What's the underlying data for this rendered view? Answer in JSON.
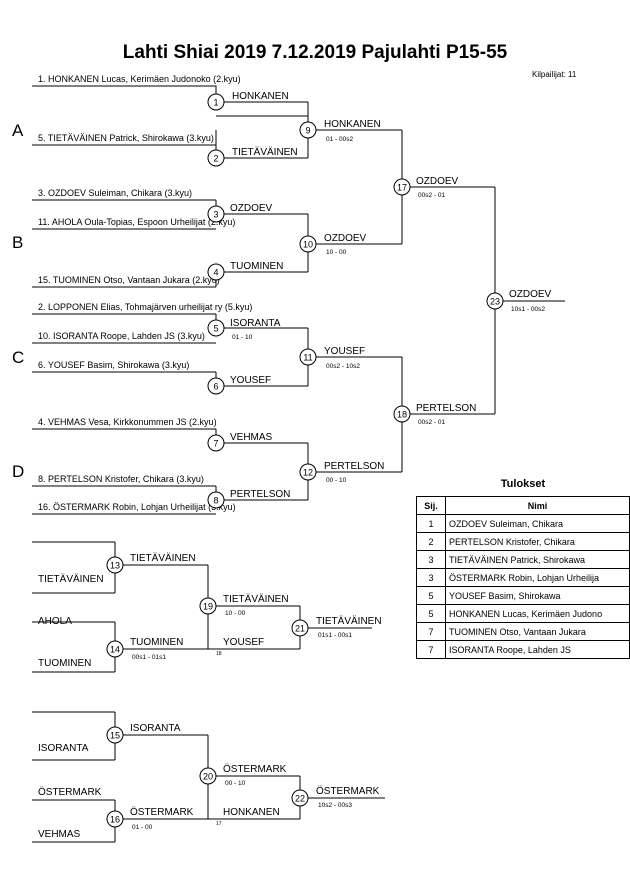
{
  "title": "Lahti Shiai 2019  7.12.2019  Pajulahti   P15-55",
  "competitors": "Kilpailijat: 11",
  "pools": [
    "A",
    "B",
    "C",
    "D"
  ],
  "entrants": [
    "1. HONKANEN Lucas, Kerimäen Judonoko (2.kyu)",
    "5. TIETÄVÄINEN Patrick, Shirokawa (3.kyu)",
    "3. OZDOEV Suleiman, Chikara (3.kyu)",
    "11. AHOLA Oula-Topias, Espoon Urheilijat (2.kyu)",
    "15. TUOMINEN Otso, Vantaan Jukara (2.kyu)",
    "2. LOPPONEN Elias, Tohmajärven urheilijat ry (5.kyu)",
    "10. ISORANTA Roope, Lahden JS (3.kyu)",
    "6. YOUSEF Basim, Shirokawa (3.kyu)",
    "4. VEHMAS Vesa, Kirkkonummen JS (2.kyu)",
    "8. PERTELSON Kristofer, Chikara (3.kyu)",
    "16. ÖSTERMARK Robin, Lohjan Urheilijat (3.kyu)"
  ],
  "matches": [
    {
      "num": "1",
      "winner": "HONKANEN",
      "score": ""
    },
    {
      "num": "2",
      "winner": "TIETÄVÄINEN",
      "score": ""
    },
    {
      "num": "3",
      "winner": "OZDOEV",
      "score": ""
    },
    {
      "num": "4",
      "winner": "TUOMINEN",
      "score": ""
    },
    {
      "num": "5",
      "winner": "ISORANTA",
      "score": "01 - 10"
    },
    {
      "num": "6",
      "winner": "YOUSEF",
      "score": ""
    },
    {
      "num": "7",
      "winner": "VEHMAS",
      "score": ""
    },
    {
      "num": "8",
      "winner": "PERTELSON",
      "score": ""
    },
    {
      "num": "9",
      "winner": "HONKANEN",
      "score": "01 - 00s2"
    },
    {
      "num": "10",
      "winner": "OZDOEV",
      "score": "10 - 00"
    },
    {
      "num": "11",
      "winner": "YOUSEF",
      "score": "00s2 - 10s2"
    },
    {
      "num": "12",
      "winner": "PERTELSON",
      "score": "00 - 10"
    },
    {
      "num": "17",
      "winner": "OZDOEV",
      "score": "00s2 - 01"
    },
    {
      "num": "18",
      "winner": "PERTELSON",
      "score": "00s2 - 01"
    },
    {
      "num": "23",
      "winner": "OZDOEV",
      "score": "10s1 - 00s2"
    },
    {
      "num": "13",
      "winner": "TIETÄVÄINEN",
      "score": ""
    },
    {
      "num": "14",
      "winner": "TUOMINEN",
      "score": "00s1 - 01s1"
    },
    {
      "num": "19",
      "winner": "TIETÄVÄINEN",
      "score": "10 - 00"
    },
    {
      "num": "21",
      "winner": "TIETÄVÄINEN",
      "score": "01s1 - 00s1"
    },
    {
      "num": "15",
      "winner": "ISORANTA",
      "score": ""
    },
    {
      "num": "16",
      "winner": "ÖSTERMARK",
      "score": "01 - 00"
    },
    {
      "num": "20",
      "winner": "ÖSTERMARK",
      "score": "00 - 10"
    },
    {
      "num": "22",
      "winner": "ÖSTERMARK",
      "score": "10s2 - 00s3"
    }
  ],
  "repechage_entries": [
    "TIETÄVÄINEN",
    "AHOLA",
    "TUOMINEN",
    "YOUSEF",
    "18",
    "ISORANTA",
    "ÖSTERMARK",
    "VEHMAS",
    "HONKANEN",
    "17"
  ],
  "results": {
    "title": "Tulokset",
    "col_place": "Sij.",
    "col_name": "Nimi",
    "rows": [
      {
        "place": "1",
        "name": "OZDOEV Suleiman, Chikara"
      },
      {
        "place": "2",
        "name": "PERTELSON Kristofer, Chikara"
      },
      {
        "place": "3",
        "name": "TIETÄVÄINEN Patrick, Shirokawa"
      },
      {
        "place": "3",
        "name": "ÖSTERMARK Robin, Lohjan Urheilija"
      },
      {
        "place": "5",
        "name": "YOUSEF Basim, Shirokawa"
      },
      {
        "place": "5",
        "name": "HONKANEN Lucas, Kerimäen Judono"
      },
      {
        "place": "7",
        "name": "TUOMINEN Otso, Vantaan Jukara"
      },
      {
        "place": "7",
        "name": "ISORANTA Roope, Lahden JS"
      }
    ]
  }
}
